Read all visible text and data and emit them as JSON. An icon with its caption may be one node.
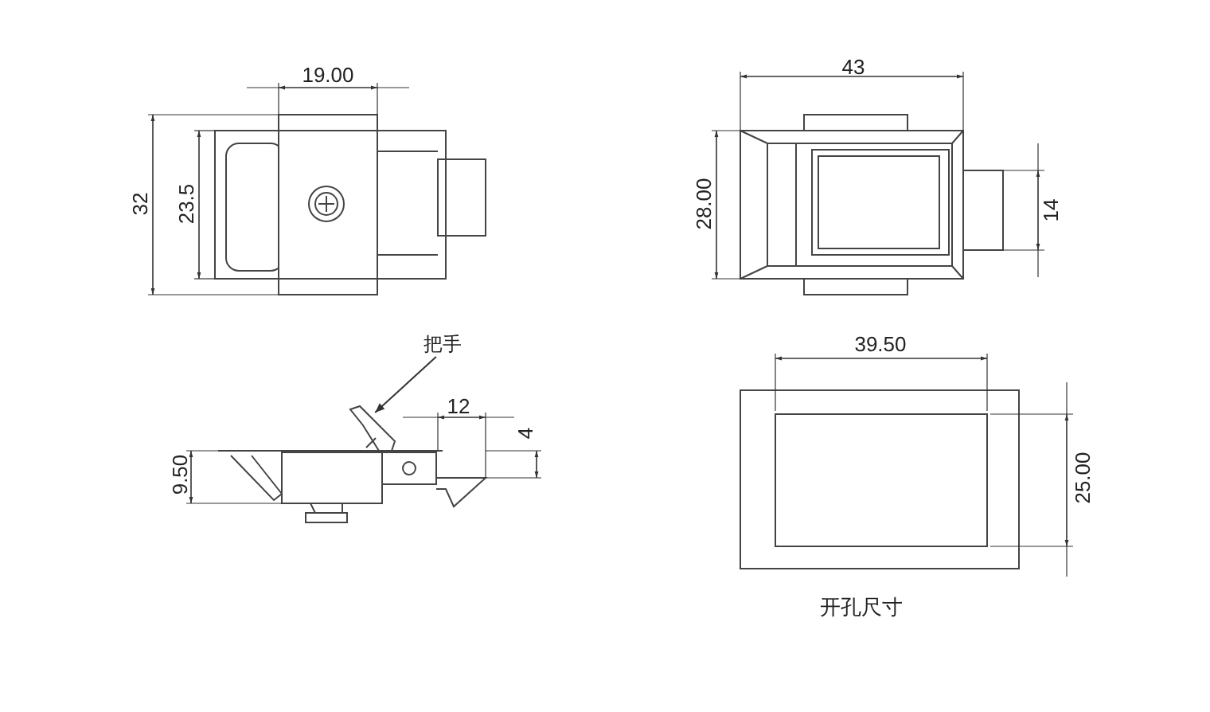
{
  "diagram": {
    "nodes": [
      {
        "text": [
          "把手"
        ]
      },
      {
        "text": [],
        "shape": "picture"
      }
    ],
    "edges": [
      {
        "from": 0,
        "to": 1,
        "arrow": "to"
      }
    ],
    "labels": [
      "19.00",
      "32",
      "23.5",
      "43",
      "28.00",
      "14",
      "12",
      "4",
      "9.50",
      "39.50",
      "25.00",
      "开孔尺寸"
    ]
  }
}
